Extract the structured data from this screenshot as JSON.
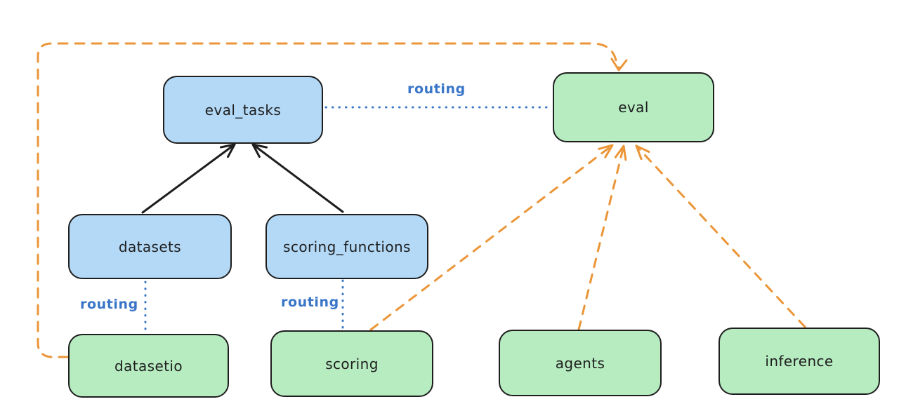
{
  "diagram": {
    "nodes": [
      {
        "id": "eval_tasks",
        "label": "eval_tasks",
        "fill": "#b3d9f7",
        "role": "resource"
      },
      {
        "id": "eval",
        "label": "eval",
        "fill": "#b7ecc1",
        "role": "api"
      },
      {
        "id": "datasets",
        "label": "datasets",
        "fill": "#b3d9f7",
        "role": "resource"
      },
      {
        "id": "scoring_functions",
        "label": "scoring_functions",
        "fill": "#b3d9f7",
        "role": "resource"
      },
      {
        "id": "datasetio",
        "label": "datasetio",
        "fill": "#b7ecc1",
        "role": "api"
      },
      {
        "id": "scoring",
        "label": "scoring",
        "fill": "#b7ecc1",
        "role": "api"
      },
      {
        "id": "agents",
        "label": "agents",
        "fill": "#b7ecc1",
        "role": "api"
      },
      {
        "id": "inference",
        "label": "inference",
        "fill": "#b7ecc1",
        "role": "api"
      }
    ],
    "edges": [
      {
        "from": "eval_tasks",
        "to": "eval",
        "style": "dotted",
        "color": "#3a76c8",
        "label": "routing",
        "arrow": false
      },
      {
        "from": "datasets",
        "to": "datasetio",
        "style": "dotted",
        "color": "#3a76c8",
        "label": "routing",
        "arrow": false
      },
      {
        "from": "scoring_functions",
        "to": "scoring",
        "style": "dotted",
        "color": "#3a76c8",
        "label": "routing",
        "arrow": false
      },
      {
        "from": "datasets",
        "to": "eval_tasks",
        "style": "solid",
        "color": "#1e1e1e",
        "label": "",
        "arrow": true
      },
      {
        "from": "scoring_functions",
        "to": "eval_tasks",
        "style": "solid",
        "color": "#1e1e1e",
        "label": "",
        "arrow": true
      },
      {
        "from": "datasetio",
        "to": "eval",
        "style": "dashed",
        "color": "#eb9639",
        "label": "",
        "arrow": true
      },
      {
        "from": "scoring",
        "to": "eval",
        "style": "dashed",
        "color": "#eb9639",
        "label": "",
        "arrow": true
      },
      {
        "from": "agents",
        "to": "eval",
        "style": "dashed",
        "color": "#eb9639",
        "label": "",
        "arrow": true
      },
      {
        "from": "inference",
        "to": "eval",
        "style": "dashed",
        "color": "#eb9639",
        "label": "",
        "arrow": true
      }
    ],
    "colors": {
      "node_stroke": "#1e1e1e",
      "node_blue_fill": "#b3d9f7",
      "node_green_fill": "#b7ecc1",
      "routing_blue": "#3a76c8",
      "dashed_orange": "#eb9639",
      "solid_black": "#1e1e1e",
      "background": "#ffffff"
    }
  }
}
